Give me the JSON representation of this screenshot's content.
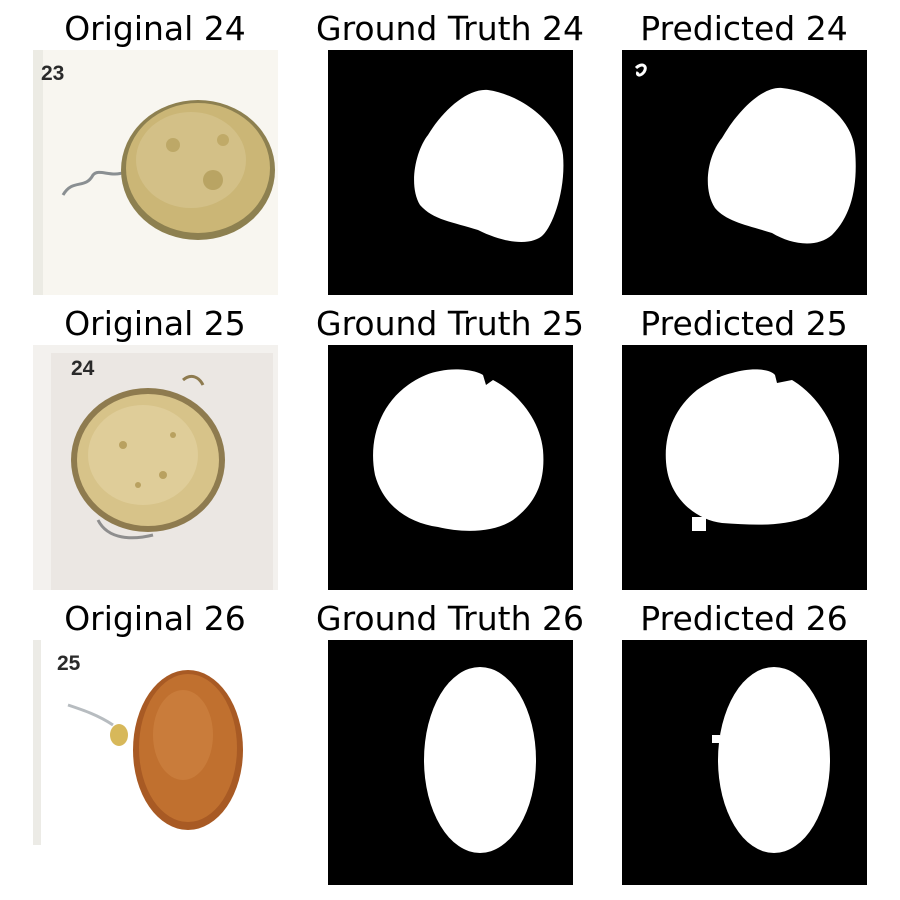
{
  "rows": [
    {
      "original_title": "Original 24",
      "ground_truth_title": "Ground Truth 24",
      "predicted_title": "Predicted 24",
      "sample_label": "23"
    },
    {
      "original_title": "Original 25",
      "ground_truth_title": "Ground Truth 25",
      "predicted_title": "Predicted 25",
      "sample_label": "24"
    },
    {
      "original_title": "Original 26",
      "ground_truth_title": "Ground Truth 26",
      "predicted_title": "Predicted 26",
      "sample_label": "25"
    }
  ],
  "colors": {
    "mask_background": "#000000",
    "mask_foreground": "#ffffff",
    "seed_24_fill": "#cdb77a",
    "seed_25_fill": "#d8c38a",
    "seed_26_fill": "#b8642a"
  }
}
